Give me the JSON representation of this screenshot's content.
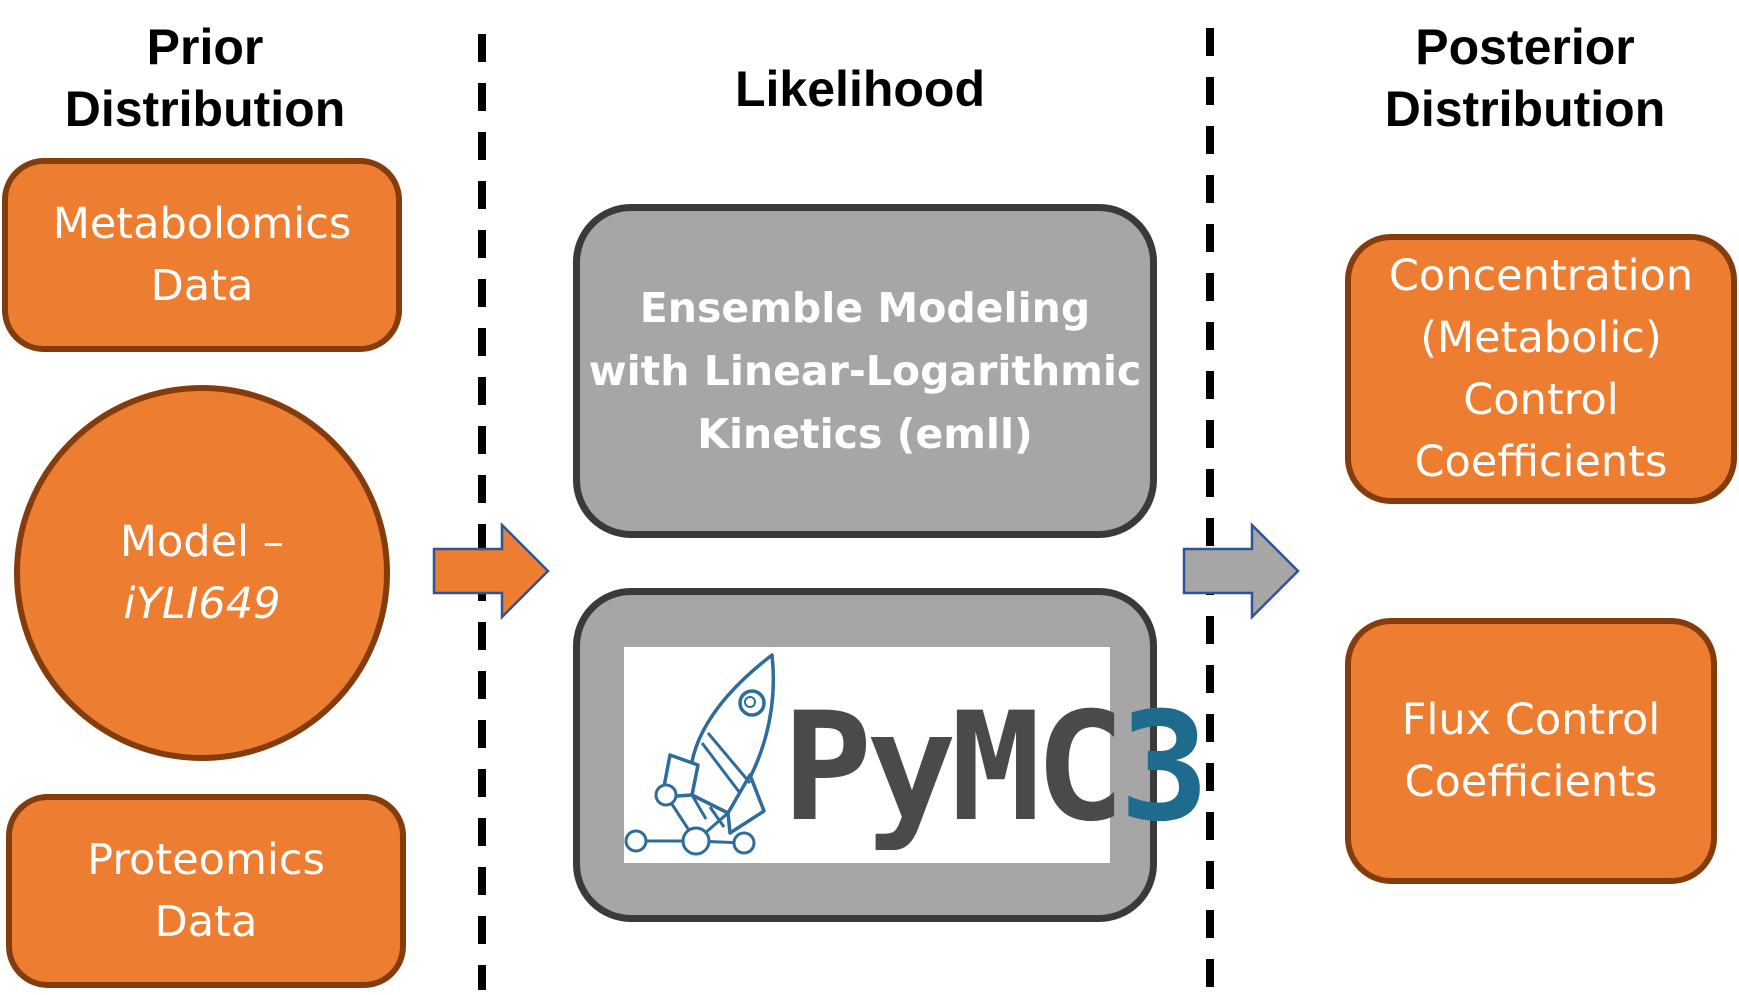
{
  "columns": {
    "prior": {
      "line1": "Prior",
      "line2": "Distribution"
    },
    "likelihood": {
      "title": "Likelihood"
    },
    "posterior": {
      "line1": "Posterior",
      "line2": "Distribution"
    }
  },
  "prior_items": {
    "metabolomics": {
      "line1": "Metabolomics",
      "line2": "Data"
    },
    "model": {
      "line1": "Model –",
      "line2": "iYLI649"
    },
    "proteomics": {
      "line1": "Proteomics",
      "line2": "Data"
    }
  },
  "likelihood_items": {
    "emll": {
      "line1": "Ensemble Modeling",
      "line2": "with Linear-Logarithmic",
      "line3": "Kinetics (emll)"
    },
    "pymc": {
      "word_main": "PyMC",
      "word_digit": "3"
    }
  },
  "posterior_items": {
    "ccc": {
      "line1": "Concentration",
      "line2": "(Metabolic)",
      "line3": "Control",
      "line4": "Coefficients"
    },
    "fcc": {
      "line1": "Flux Control",
      "line2": "Coefficients"
    }
  },
  "colors": {
    "orange_fill": "#ED7D31",
    "orange_border": "#843C0C",
    "gray_fill": "#A6A6A6",
    "gray_border": "#3A3A3A",
    "arrow_blue_outline": "#2F5597",
    "pymc_dark": "#4A4A4D",
    "pymc_blue": "#1F6B8E"
  },
  "icons": [
    "rocket-icon",
    "network-nodes-icon",
    "right-arrow-icon"
  ]
}
